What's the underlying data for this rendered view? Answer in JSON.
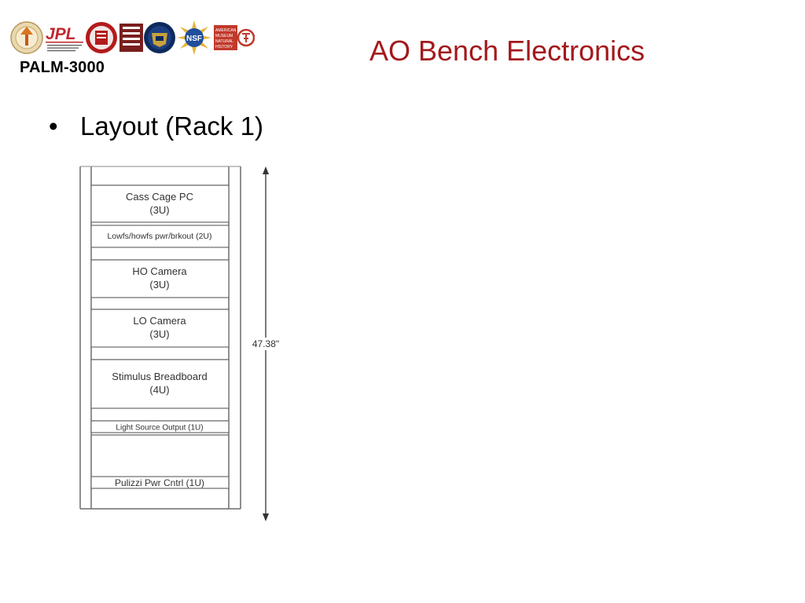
{
  "header": {
    "org_name": "PALM-3000",
    "logos": [
      {
        "icon": "caltech-seal-icon",
        "label": ""
      },
      {
        "icon": "jpl-logo-icon",
        "label": "JPL",
        "sublabel": "Jet Propulsion Laboratory California Institute of Technology"
      },
      {
        "icon": "cornell-seal-icon",
        "label": ""
      },
      {
        "icon": "university-seal-icon",
        "label": ""
      },
      {
        "icon": "oxford-seal-icon",
        "label": ""
      },
      {
        "icon": "nsf-logo-icon",
        "label": "NSF"
      },
      {
        "icon": "amnh-logo-icon",
        "label": "American Museum Natural History"
      },
      {
        "icon": "tmt-logo-icon",
        "label": ""
      }
    ]
  },
  "slide": {
    "title": "AO Bench Electronics",
    "bullets": [
      "Layout (Rack 1)"
    ]
  },
  "rack": {
    "height_label": "47.38\"",
    "units": [
      {
        "label": "",
        "sublabel": "",
        "u": 0
      },
      {
        "label": "Cass Cage PC",
        "sublabel": "(3U)",
        "u": 3
      },
      {
        "label": "Lowfs/howfs pwr/brkout (2U)",
        "sublabel": "",
        "u": 2
      },
      {
        "label": "HO Camera",
        "sublabel": "(3U)",
        "u": 3
      },
      {
        "label": "LO Camera",
        "sublabel": "(3U)",
        "u": 3
      },
      {
        "label": "Stimulus Breadboard",
        "sublabel": "(4U)",
        "u": 4
      },
      {
        "label": "Light Source Output (1U)",
        "sublabel": "",
        "u": 1
      },
      {
        "label": "Pulizzi Pwr Cntrl (1U)",
        "sublabel": "",
        "u": 1
      }
    ]
  },
  "colors": {
    "title": "#a3191c",
    "rack_line": "#6b6b6b",
    "rack_text": "#333333"
  }
}
